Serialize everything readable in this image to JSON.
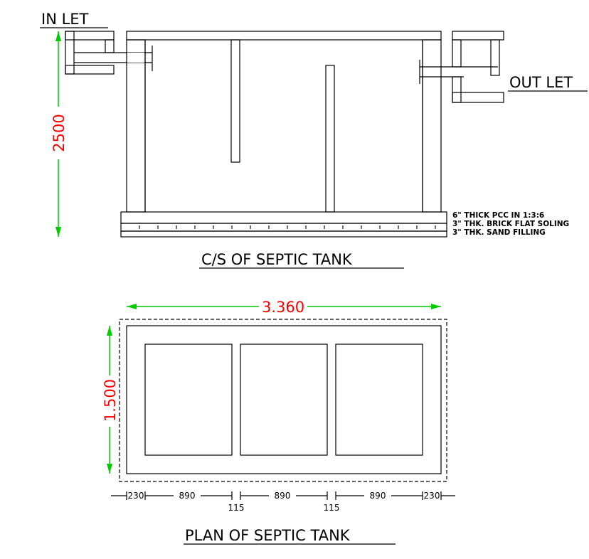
{
  "cross_section": {
    "title": "C/S  OF  SEPTIC  TANK",
    "inlet_label": "IN  LET",
    "outlet_label": "OUT  LET",
    "height_dim": "2500",
    "base_notes": [
      "6\" THICK PCC IN 1:3:6",
      "3\" THK. BRICK FLAT SOLING",
      "3\" THK. SAND FILLING"
    ]
  },
  "plan": {
    "title": "PLAN  OF  SEPTIC  TANK",
    "length_dim": "3.360",
    "width_dim": "1.500",
    "bottom_dims": [
      "230",
      "890",
      "890",
      "890",
      "230"
    ],
    "partition_dims": [
      "115",
      "115"
    ]
  },
  "colors": {
    "dimension_line": "#00cc00",
    "dimension_text": "#ff0000",
    "linework": "#000000"
  }
}
